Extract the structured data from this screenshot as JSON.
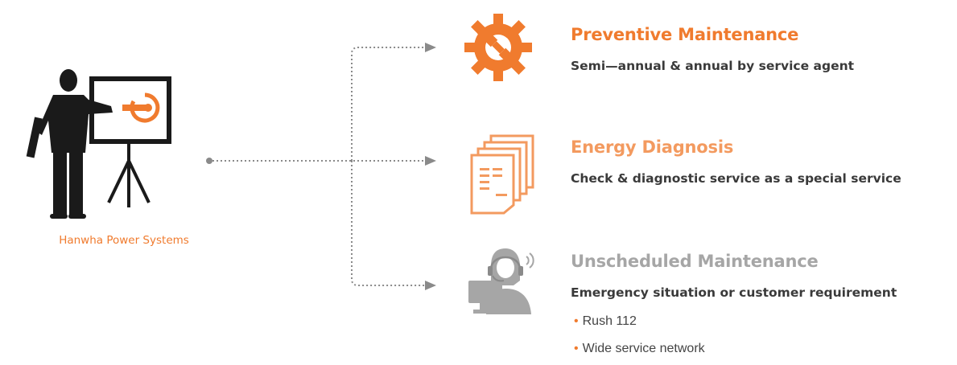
{
  "presenter": {
    "company_label": "Hanwha Power Systems"
  },
  "services": [
    {
      "title": "Preventive Maintenance",
      "subtitle": "Semi—annual & annual by service agent",
      "icon": "gear-wrench-icon",
      "color": "#f07b2e"
    },
    {
      "title": "Energy Diagnosis",
      "subtitle": "Check & diagnostic service as a special service",
      "icon": "documents-icon",
      "color": "#f39a5f"
    },
    {
      "title": "Unscheduled Maintenance",
      "subtitle": "Emergency situation or customer requirement",
      "icon": "call-center-agent-icon",
      "color": "#a6a6a6",
      "bullets": [
        "Rush 112",
        "Wide service network"
      ]
    }
  ],
  "colors": {
    "accent": "#f07b2e",
    "dark": "#1a1a1a",
    "connector": "#8a8a8a"
  }
}
